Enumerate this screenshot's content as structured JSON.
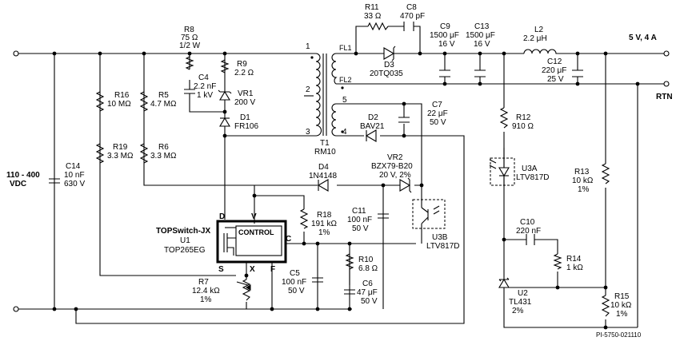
{
  "terminals": {
    "input_voltage": "110 - 400",
    "input_unit": "VDC",
    "output": "5 V, 4 A",
    "return": "RTN"
  },
  "ic": {
    "family": "TOPSwitch-JX",
    "ref": "U1",
    "part": "TOP265EG",
    "block": "CONTROL",
    "pins": {
      "d": "D",
      "v": "V",
      "c": "C",
      "s": "S",
      "x": "X",
      "f": "F"
    }
  },
  "transformer": {
    "ref": "T1",
    "core": "RM10",
    "pins": [
      "1",
      "2",
      "3",
      "4",
      "5"
    ],
    "fl1": "FL1",
    "fl2": "FL2"
  },
  "components": {
    "r8": {
      "ref": "R8",
      "v1": "75 Ω",
      "v2": "1/2 W"
    },
    "r9": {
      "ref": "R9",
      "v1": "2.2 Ω"
    },
    "c4": {
      "ref": "C4",
      "v1": "2.2 nF",
      "v2": "1 kV"
    },
    "vr1": {
      "ref": "VR1",
      "v1": "200 V"
    },
    "d1": {
      "ref": "D1",
      "v1": "FR106"
    },
    "r16": {
      "ref": "R16",
      "v1": "10 MΩ"
    },
    "r5": {
      "ref": "R5",
      "v1": "4.7 MΩ"
    },
    "r19": {
      "ref": "R19",
      "v1": "3.3 MΩ"
    },
    "r6": {
      "ref": "R6",
      "v1": "3.3 MΩ"
    },
    "c14": {
      "ref": "C14",
      "v1": "10 nF",
      "v2": "630 V"
    },
    "r11": {
      "ref": "R11",
      "v1": "33 Ω"
    },
    "c8": {
      "ref": "C8",
      "v1": "470 pF"
    },
    "d3": {
      "ref": "D3",
      "v1": "20TQ035"
    },
    "c9": {
      "ref": "C9",
      "v1": "1500 μF",
      "v2": "16 V"
    },
    "c13": {
      "ref": "C13",
      "v1": "1500 μF",
      "v2": "16 V"
    },
    "l2": {
      "ref": "L2",
      "v1": "2.2 μH"
    },
    "c12": {
      "ref": "C12",
      "v1": "220 μF",
      "v2": "25 V"
    },
    "c7": {
      "ref": "C7",
      "v1": "22 μF",
      "v2": "50 V"
    },
    "d2": {
      "ref": "D2",
      "v1": "BAV21"
    },
    "d4": {
      "ref": "D4",
      "v1": "1N4148"
    },
    "vr2": {
      "ref": "VR2",
      "v1": "BZX79-B20",
      "v2": "20 V, 2%"
    },
    "r12": {
      "ref": "R12",
      "v1": "910 Ω"
    },
    "u3a": {
      "ref": "U3A",
      "v1": "LTV817D"
    },
    "r13": {
      "ref": "R13",
      "v1": "10 kΩ",
      "v2": "1%"
    },
    "r18": {
      "ref": "R18",
      "v1": "191 kΩ",
      "v2": "1%"
    },
    "c11": {
      "ref": "C11",
      "v1": "100 nF",
      "v2": "50 V"
    },
    "u3b": {
      "ref": "U3B",
      "v1": "LTV817D"
    },
    "c10": {
      "ref": "C10",
      "v1": "220 nF"
    },
    "r14": {
      "ref": "R14",
      "v1": "1 kΩ"
    },
    "r10": {
      "ref": "R10",
      "v1": "6.8 Ω"
    },
    "c5": {
      "ref": "C5",
      "v1": "100 nF",
      "v2": "50 V"
    },
    "c6": {
      "ref": "C6",
      "v1": "47 μF",
      "v2": "50 V"
    },
    "r7": {
      "ref": "R7",
      "v1": "12.4 kΩ",
      "v2": "1%"
    },
    "u2": {
      "ref": "U2",
      "v1": "TL431",
      "v2": "2%"
    },
    "r15": {
      "ref": "R15",
      "v1": "10 kΩ",
      "v2": "1%"
    }
  },
  "drawing_number": "PI-5750-021110"
}
